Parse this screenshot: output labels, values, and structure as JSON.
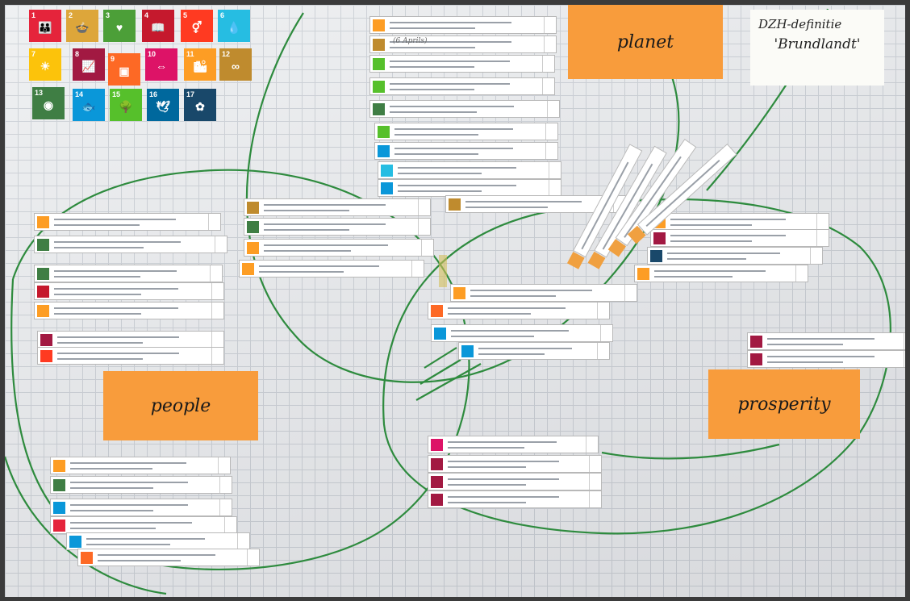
{
  "sdg_tiles": [
    {
      "number": "1",
      "icon": "family-icon",
      "glyph": "👪",
      "color": "#e5243b"
    },
    {
      "number": "2",
      "icon": "bowl-icon",
      "glyph": "🍲",
      "color": "#dda63a"
    },
    {
      "number": "3",
      "icon": "heartbeat-icon",
      "glyph": "♥",
      "color": "#4c9f38"
    },
    {
      "number": "4",
      "icon": "book-icon",
      "glyph": "📖",
      "color": "#c5192d"
    },
    {
      "number": "5",
      "icon": "gender-icon",
      "glyph": "⚥",
      "color": "#ff3a21"
    },
    {
      "number": "6",
      "icon": "water-glass-icon",
      "glyph": "💧",
      "color": "#26bde2"
    },
    {
      "number": "7",
      "icon": "sun-icon",
      "glyph": "☀",
      "color": "#fcc30b"
    },
    {
      "number": "8",
      "icon": "growth-chart-icon",
      "glyph": "📈",
      "color": "#a21942"
    },
    {
      "number": "9",
      "icon": "cubes-icon",
      "glyph": "▣",
      "color": "#fd6925"
    },
    {
      "number": "10",
      "icon": "equality-arrows-icon",
      "glyph": "⇔",
      "color": "#dd1367"
    },
    {
      "number": "11",
      "icon": "city-icon",
      "glyph": "🏙",
      "color": "#fd9d24"
    },
    {
      "number": "12",
      "icon": "infinity-icon",
      "glyph": "∞",
      "color": "#bf8b2e"
    },
    {
      "number": "13",
      "icon": "eye-globe-icon",
      "glyph": "◉",
      "color": "#3f7e44"
    },
    {
      "number": "14",
      "icon": "fish-icon",
      "glyph": "🐟",
      "color": "#0a97d9"
    },
    {
      "number": "15",
      "icon": "tree-icon",
      "glyph": "🌳",
      "color": "#56c02b"
    },
    {
      "number": "16",
      "icon": "dove-icon",
      "glyph": "🕊",
      "color": "#00689d"
    },
    {
      "number": "17",
      "icon": "flower-rings-icon",
      "glyph": "✿",
      "color": "#19486a"
    }
  ],
  "notes": {
    "planet": "planet",
    "people": "people",
    "prosperity": "prosperity",
    "definition_line1": "DZH-definitie",
    "definition_line2": "'Brundlandt'"
  },
  "strip_handnote": "(6 Aprils)",
  "colors": {
    "note_orange": "#f89c3c",
    "line_green": "#2e8b3e",
    "board": "#eceef0"
  }
}
